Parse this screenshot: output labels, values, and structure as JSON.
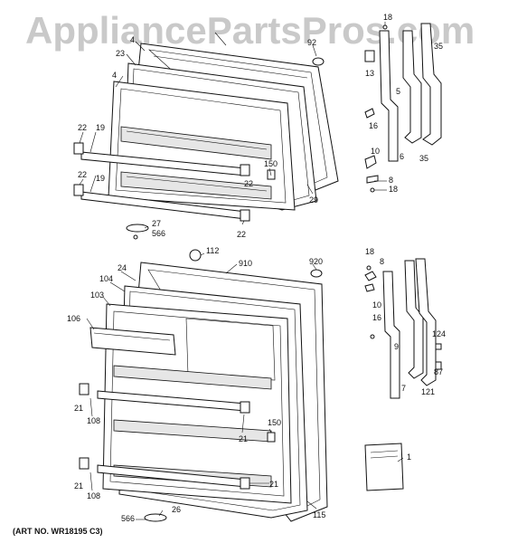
{
  "watermark": "AppliancePartsPros.com",
  "art_number": "(ART NO. WR18195 C3)",
  "callouts": {
    "c18a": "18",
    "c92": "92",
    "c4a": "4",
    "c23": "23",
    "c35a": "35",
    "c13": "13",
    "c4b": "4",
    "c5": "5",
    "c16a": "16",
    "c10a": "10",
    "c6": "6",
    "c35b": "35",
    "c22a": "22",
    "c19a": "19",
    "c150a": "150",
    "c8a": "8",
    "c18b": "18",
    "c22b": "22",
    "c19b": "19",
    "c22c": "22",
    "c29": "29",
    "c27": "27",
    "c566a": "566",
    "c22d": "22",
    "c112": "112",
    "c910": "910",
    "c920": "920",
    "c24": "24",
    "c104": "104",
    "c103": "103",
    "c106": "106",
    "c18c": "18",
    "c8b": "8",
    "c10b": "10",
    "c16b": "16",
    "c9": "9",
    "c124": "124",
    "c87": "87",
    "c7": "7",
    "c121": "121",
    "c21a": "21",
    "c108a": "108",
    "c150b": "150",
    "c21b": "21",
    "c1": "1",
    "c21c": "21",
    "c108b": "108",
    "c21d": "21",
    "c115": "115",
    "c566b": "566",
    "c26": "26"
  }
}
